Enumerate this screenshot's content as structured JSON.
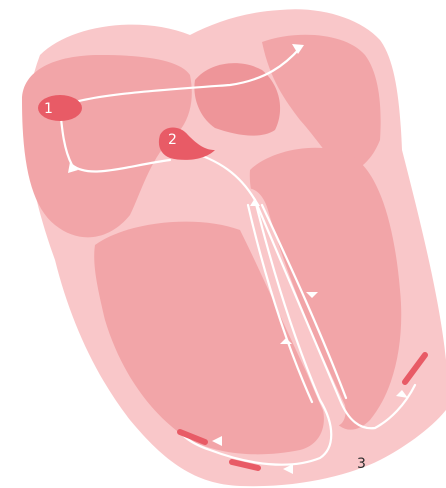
{
  "labels": {
    "node1": "1",
    "node2": "2",
    "node3": "3"
  },
  "colors": {
    "background": "#ffffff",
    "outer_tissue": "#f9c7c9",
    "chamber": "#f2a5a8",
    "chamber_dark": "#ee9599",
    "node_fill": "#e85b66",
    "conduction_path": "#ffffff",
    "label_light": "#ffffff",
    "label_dark": "#2b2b2b"
  }
}
